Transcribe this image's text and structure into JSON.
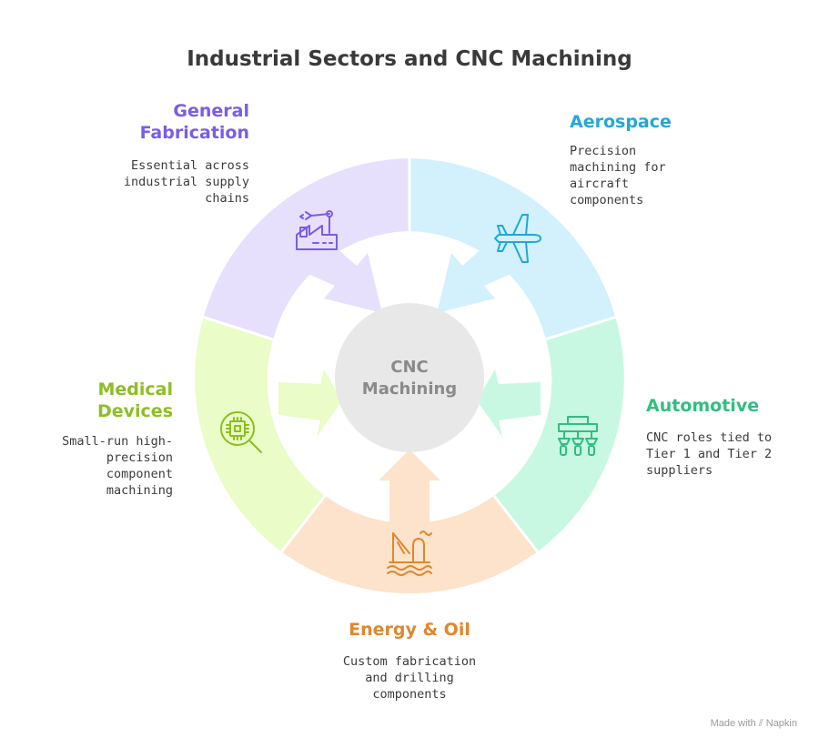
{
  "title": "Industrial Sectors and CNC Machining",
  "center": {
    "line1": "CNC",
    "line2": "Machining"
  },
  "sectors": [
    {
      "key": "general",
      "title_line1": "General",
      "title_line2": "Fabrication",
      "desc": [
        "Essential across",
        "industrial supply",
        "chains"
      ],
      "color": "#7a5ce6",
      "fill": "#e6e0fd",
      "icon": "factory-robot-arm-icon"
    },
    {
      "key": "aerospace",
      "title_line1": "Aerospace",
      "desc": [
        "Precision",
        "machining for",
        "aircraft",
        "components"
      ],
      "color": "#1fa9da",
      "fill": "#d2f1fd",
      "icon": "airplane-icon"
    },
    {
      "key": "automotive",
      "title_line1": "Automotive",
      "desc": [
        "CNC roles tied to",
        "Tier 1 and Tier 2",
        "suppliers"
      ],
      "color": "#2fbf80",
      "fill": "#c9f8e2",
      "icon": "assembly-line-icon"
    },
    {
      "key": "energy",
      "title_line1": "Energy & Oil",
      "desc": [
        "Custom fabrication",
        "and drilling",
        "components"
      ],
      "color": "#e0872e",
      "fill": "#fde3cb",
      "icon": "oil-rig-icon"
    },
    {
      "key": "medical",
      "title_line1": "Medical",
      "title_line2": "Devices",
      "desc": [
        "Small-run high-",
        "precision",
        "component",
        "machining"
      ],
      "color": "#8cbf22",
      "fill": "#eafcc8",
      "icon": "chip-magnifier-icon"
    }
  ],
  "footer": {
    "made_with": "Made with",
    "brand": "Napkin"
  }
}
